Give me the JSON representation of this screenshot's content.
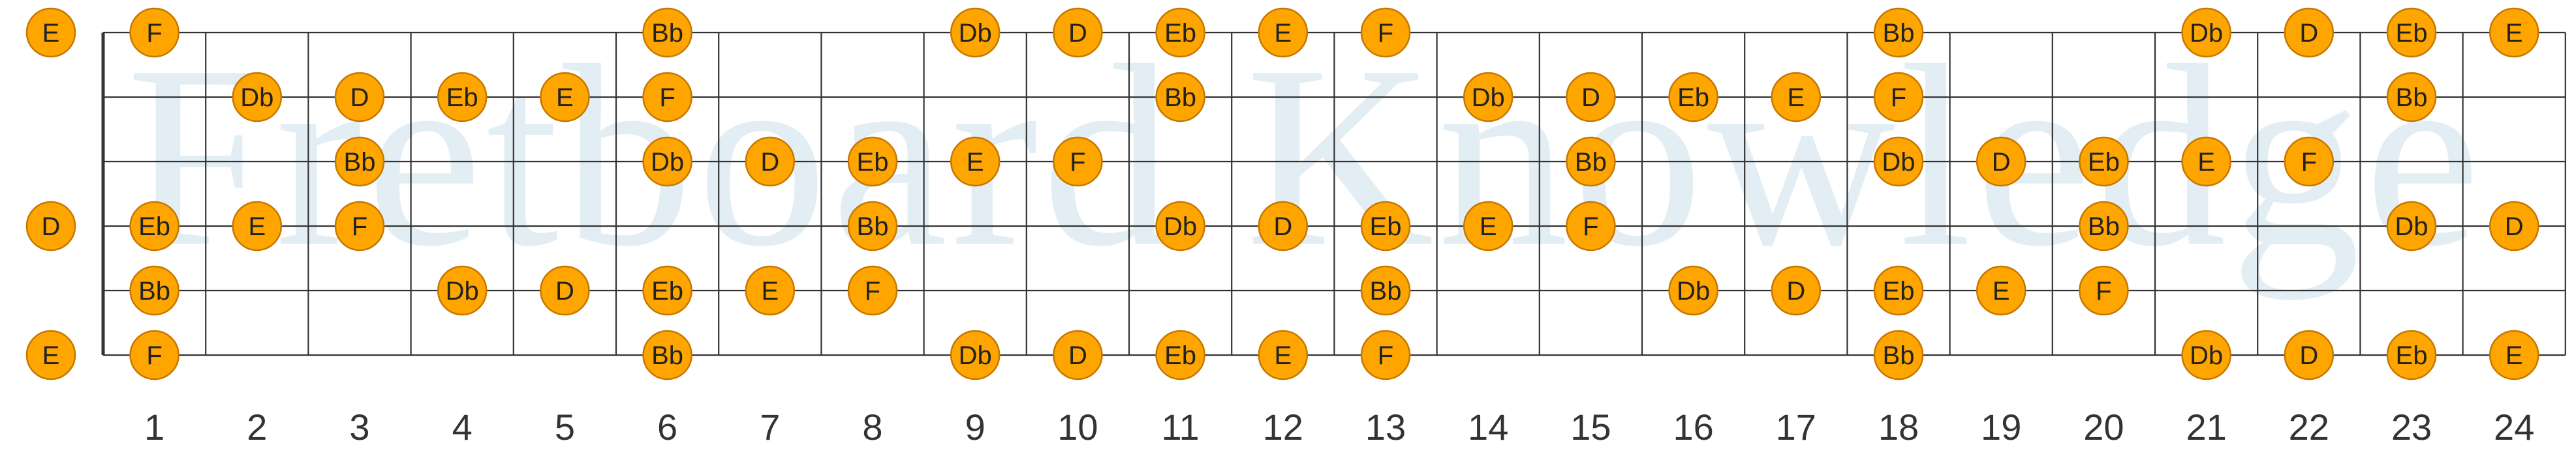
{
  "watermark": "Fretboard Knowledge",
  "fret_numbers": [
    "1",
    "2",
    "3",
    "4",
    "5",
    "6",
    "7",
    "8",
    "9",
    "10",
    "11",
    "12",
    "13",
    "14",
    "15",
    "16",
    "17",
    "18",
    "19",
    "20",
    "21",
    "22",
    "23",
    "24"
  ],
  "colors": {
    "note_fill": "#FFA500",
    "note_stroke": "#C77700",
    "line": "#333333"
  },
  "strings": [
    {
      "open": "E",
      "notes": [
        [
          1,
          "F"
        ],
        [
          6,
          "Bb"
        ],
        [
          9,
          "Db"
        ],
        [
          10,
          "D"
        ],
        [
          11,
          "Eb"
        ],
        [
          12,
          "E"
        ],
        [
          13,
          "F"
        ],
        [
          18,
          "Bb"
        ],
        [
          21,
          "Db"
        ],
        [
          22,
          "D"
        ],
        [
          23,
          "Eb"
        ],
        [
          24,
          "E"
        ]
      ]
    },
    {
      "open": null,
      "notes": [
        [
          2,
          "Db"
        ],
        [
          3,
          "D"
        ],
        [
          4,
          "Eb"
        ],
        [
          5,
          "E"
        ],
        [
          6,
          "F"
        ],
        [
          11,
          "Bb"
        ],
        [
          14,
          "Db"
        ],
        [
          15,
          "D"
        ],
        [
          16,
          "Eb"
        ],
        [
          17,
          "E"
        ],
        [
          18,
          "F"
        ],
        [
          23,
          "Bb"
        ]
      ]
    },
    {
      "open": null,
      "notes": [
        [
          3,
          "Bb"
        ],
        [
          6,
          "Db"
        ],
        [
          7,
          "D"
        ],
        [
          8,
          "Eb"
        ],
        [
          9,
          "E"
        ],
        [
          10,
          "F"
        ],
        [
          15,
          "Bb"
        ],
        [
          18,
          "Db"
        ],
        [
          19,
          "D"
        ],
        [
          20,
          "Eb"
        ],
        [
          21,
          "E"
        ],
        [
          22,
          "F"
        ]
      ]
    },
    {
      "open": "D",
      "notes": [
        [
          1,
          "Eb"
        ],
        [
          2,
          "E"
        ],
        [
          3,
          "F"
        ],
        [
          8,
          "Bb"
        ],
        [
          11,
          "Db"
        ],
        [
          12,
          "D"
        ],
        [
          13,
          "Eb"
        ],
        [
          14,
          "E"
        ],
        [
          15,
          "F"
        ],
        [
          20,
          "Bb"
        ],
        [
          23,
          "Db"
        ],
        [
          24,
          "D"
        ]
      ]
    },
    {
      "open": null,
      "notes": [
        [
          1,
          "Bb"
        ],
        [
          4,
          "Db"
        ],
        [
          5,
          "D"
        ],
        [
          6,
          "Eb"
        ],
        [
          7,
          "E"
        ],
        [
          8,
          "F"
        ],
        [
          13,
          "Bb"
        ],
        [
          16,
          "Db"
        ],
        [
          17,
          "D"
        ],
        [
          18,
          "Eb"
        ],
        [
          19,
          "E"
        ],
        [
          20,
          "F"
        ]
      ]
    },
    {
      "open": "E",
      "notes": [
        [
          1,
          "F"
        ],
        [
          6,
          "Bb"
        ],
        [
          9,
          "Db"
        ],
        [
          10,
          "D"
        ],
        [
          11,
          "Eb"
        ],
        [
          12,
          "E"
        ],
        [
          13,
          "F"
        ],
        [
          18,
          "Bb"
        ],
        [
          21,
          "Db"
        ],
        [
          22,
          "D"
        ],
        [
          23,
          "Eb"
        ],
        [
          24,
          "E"
        ]
      ]
    }
  ]
}
